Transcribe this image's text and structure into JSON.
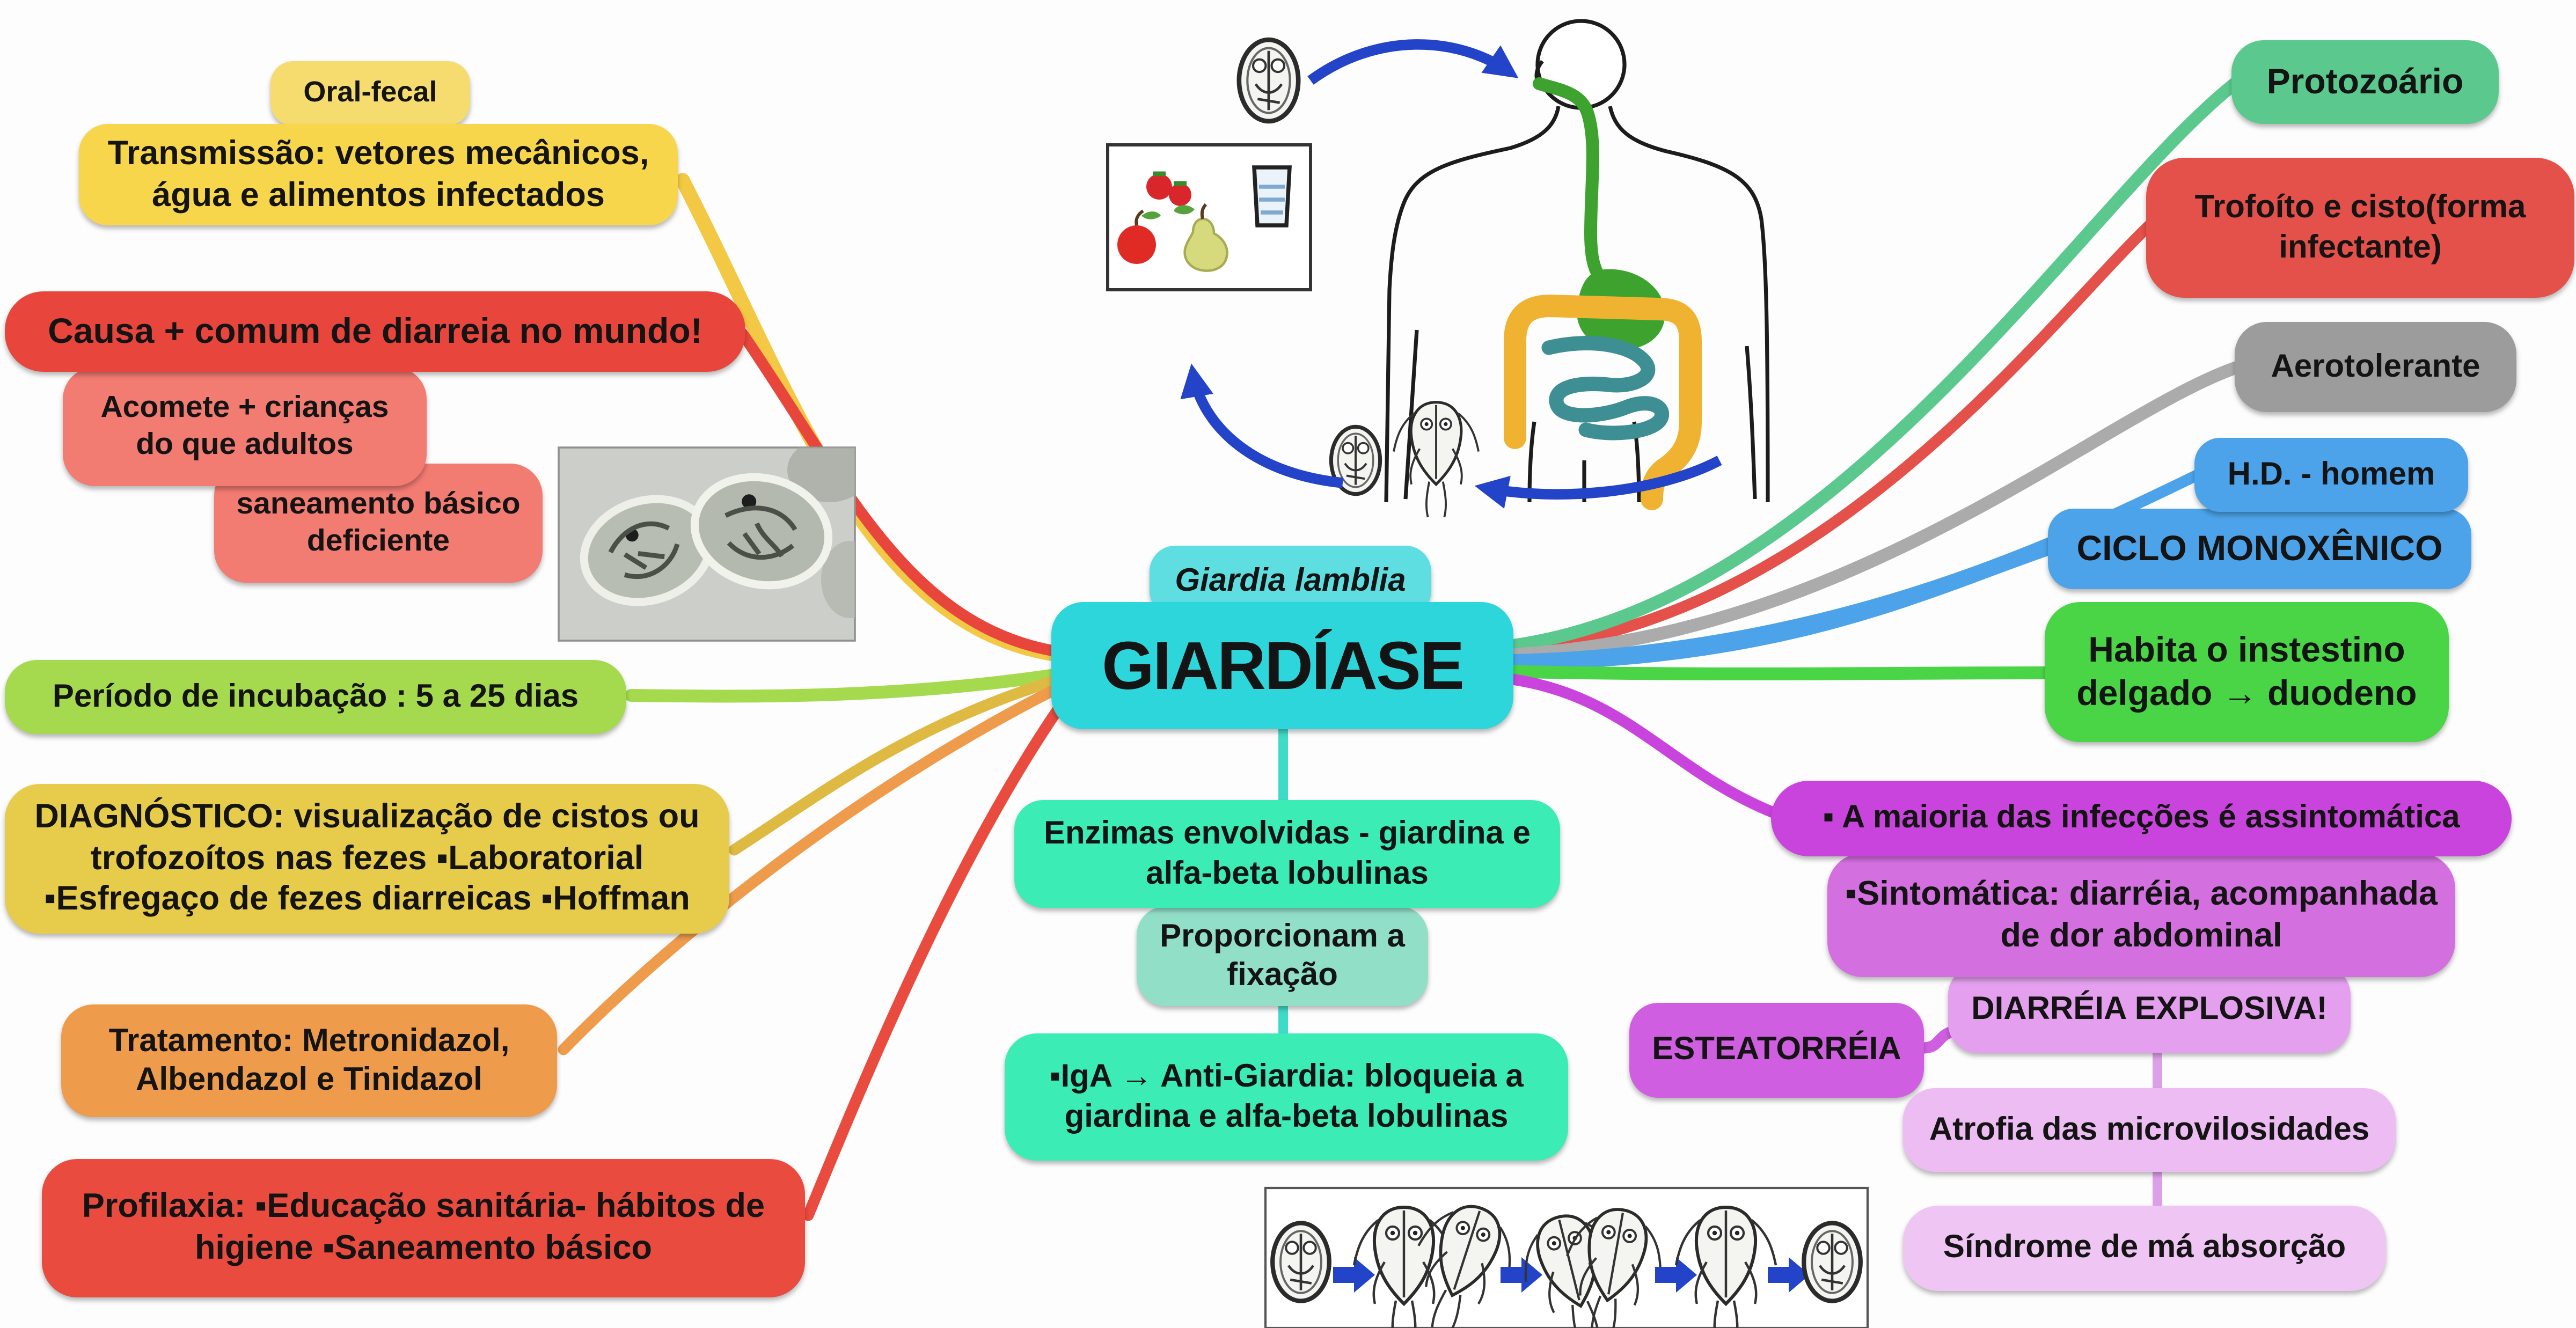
{
  "map_title": "GIARDÍASE",
  "center": {
    "species_label": "Giardia lamblia",
    "title": "GIARDÍASE",
    "enzimas": "Enzimas envolvidas - giardina e alfa-beta lobulinas",
    "proporcionam": "Proporcionam a fixação",
    "iga": "▪IgA → Anti-Giardia: bloqueia a giardina e alfa-beta lobulinas"
  },
  "nodes": {
    "oral_fecal": {
      "label": "Oral-fecal",
      "color": "#F6DC6E"
    },
    "transmissao": {
      "label": "Transmissão: vetores mecânicos, água e alimentos infectados",
      "color": "#F8D64C"
    },
    "causa": {
      "label": "Causa + comum de diarreia no mundo!",
      "color": "#E8463C"
    },
    "acomete": {
      "label": "Acomete + crianças do que adultos",
      "color": "#F27B72"
    },
    "saneamento": {
      "label": "saneamento básico deficiente",
      "color": "#F27B72"
    },
    "periodo": {
      "label": "Período de incubação : 5 a 25 dias",
      "color": "#A6DA4E"
    },
    "diagnostico": {
      "label": "DIAGNÓSTICO: visualização de cistos ou trofozoítos nas fezes ▪Laboratorial ▪Esfregaço de fezes diarreicas ▪Hoffman",
      "color": "#E7CB4B"
    },
    "tratamento": {
      "label": "Tratamento: Metronidazol, Albendazol e Tinidazol",
      "color": "#EE9B4C"
    },
    "profilaxia": {
      "label": "Profilaxia: ▪Educação sanitária- hábitos de higiene ▪Saneamento básico",
      "color": "#EA4B3F"
    },
    "giardia_lamblia": {
      "label": "Giardia lamblia",
      "color": "#5FDEE2"
    },
    "giardiase": {
      "label": "GIARDÍASE",
      "color": "#2CD6DB"
    },
    "enzimas": {
      "label": "Enzimas envolvidas - giardina e alfa-beta lobulinas",
      "color": "#3BEDB4"
    },
    "proporcionam": {
      "label": "Proporcionam a fixação",
      "color": "#92DFC8"
    },
    "iga": {
      "label": "▪IgA → Anti-Giardia: bloqueia a giardina e alfa-beta lobulinas",
      "color": "#3BEDB4"
    },
    "protozoario": {
      "label": "Protozoário",
      "color": "#5BC98E"
    },
    "trofoito": {
      "label": "Trofoíto e cisto(forma infectante)",
      "color": "#E4504A"
    },
    "aerotolerante": {
      "label": "Aerotolerante",
      "color": "#9C9C9C"
    },
    "hd_homem": {
      "label": "H.D. - homem",
      "color": "#4CA3E9"
    },
    "ciclo": {
      "label": "CICLO MONOXÊNICO",
      "color": "#4CA3E9"
    },
    "habita": {
      "label": "Habita o instestino delgado → duodeno",
      "color": "#49D546"
    },
    "maioria": {
      "label": "▪ A maioria das infecções é assintomática",
      "color": "#C944DC"
    },
    "sintomatica": {
      "label": "▪Sintomática: diarréia, acompanhada de dor abdominal",
      "color": "#D46FE0"
    },
    "diarreia": {
      "label": "DIARRÉIA EXPLOSIVA!",
      "color": "#E4A0EE"
    },
    "esteatorreia": {
      "label": "ESTEATORRÉIA",
      "color": "#CF5FE0"
    },
    "atrofia": {
      "label": "Atrofia das microvilosidades",
      "color": "#ECBCF2"
    },
    "sindrome": {
      "label": "Síndrome de má absorção",
      "color": "#EFC6F3"
    }
  },
  "branch_colors": {
    "yellow": "#F2C844",
    "red": "#E8463C",
    "light_green": "#A6DA4E",
    "gold": "#DFBA42",
    "orange": "#EE9B4C",
    "red2": "#EA4B3F",
    "green": "#5BC98E",
    "red3": "#E4504A",
    "gray": "#ABABAB",
    "blue": "#4CA3E9",
    "bright_green": "#49D546",
    "magenta": "#C944DC",
    "teal": "#3FDBC9",
    "purple_link": "#DD9FE8",
    "arrow_blue": "#2343C8"
  },
  "images": {
    "cyst_photo": "giardia-cysts-micrograph",
    "life_cycle": "giardia-life-cycle-illustration",
    "trophozoite_strip": "cyst-to-trophozoite-sequence"
  }
}
